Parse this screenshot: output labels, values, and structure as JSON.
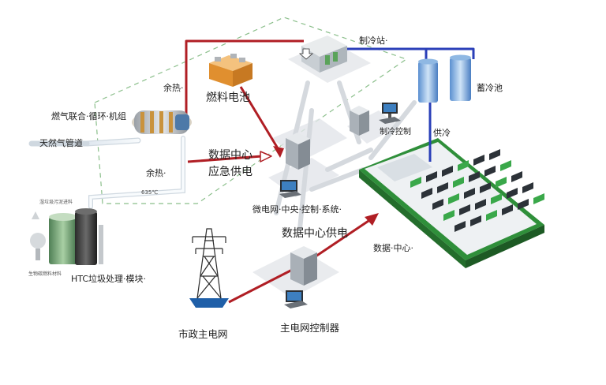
{
  "labels": {
    "cooling_station": "制冷站·",
    "fuel_cell": "燃料电池",
    "cold_storage": "蓄冷池",
    "waste_heat_top": "余热·",
    "waste_heat_bottom": "余热·",
    "gas_turbine": "燃气联合·循环·机组",
    "gas_pipeline": "天然气管道",
    "dc_emergency_1": "数据中心",
    "dc_emergency_2": "应急供电",
    "cooling_control": "制冷控制",
    "cooling_supply": "供冷",
    "microgrid": "微电网·中央·控制·系统·",
    "dc_power": "数据中心供电",
    "data_center": "数据·中心·",
    "htc_module": "HTC垃圾处理·模块·",
    "city_grid": "市政主电网",
    "main_grid_controller": "主电网控制器",
    "temp_635": "635℃",
    "htc_input": "湿垃圾污泥进料",
    "htc_output": "生物碳燃料材料"
  },
  "colors": {
    "power_line": "#b01e24",
    "cooling_line": "#2a3fb8",
    "boundary": "#8bbf8b"
  }
}
